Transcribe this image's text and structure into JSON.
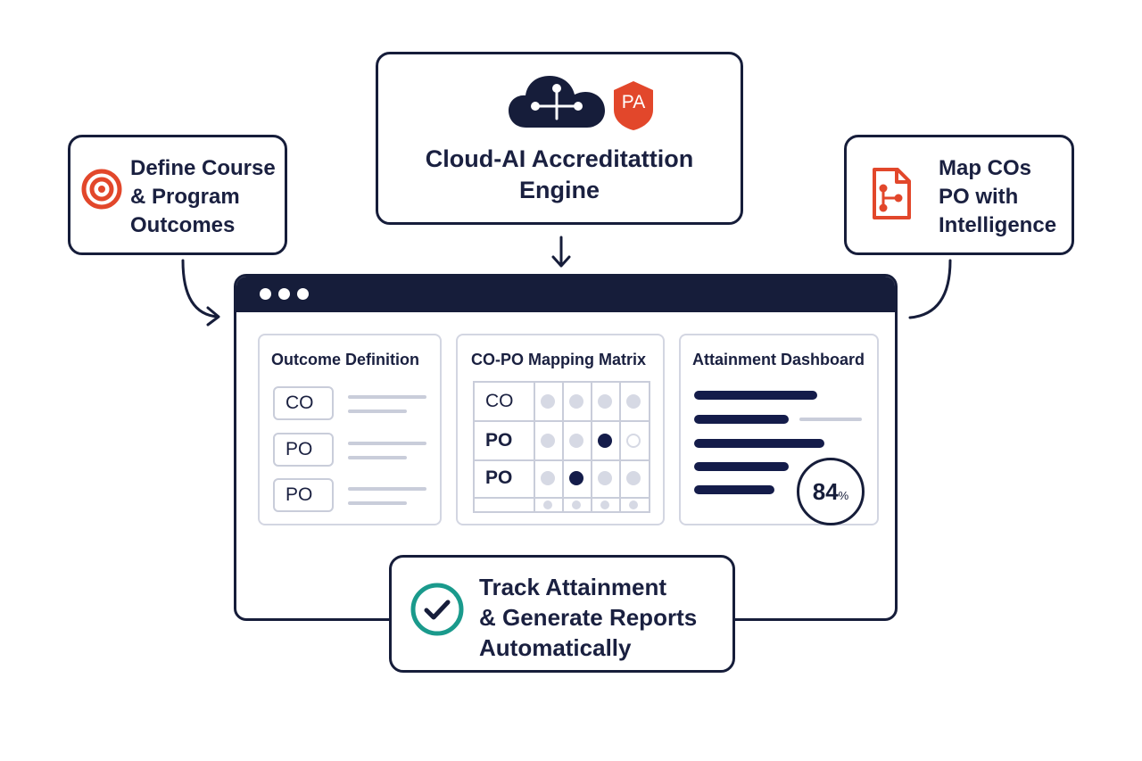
{
  "engine": {
    "title": "Cloud-AI Accreditattion Engine",
    "badge": "PA",
    "icons": [
      "cloud-network-icon",
      "shield-badge-icon"
    ]
  },
  "left_node": {
    "lines": [
      "Define Course",
      "& Program",
      "Outcomes"
    ],
    "icon": "target-icon"
  },
  "right_node": {
    "lines": [
      "Map COs",
      "PO with",
      "Intelligence"
    ],
    "icon": "document-network-icon"
  },
  "bottom_node": {
    "lines": [
      "Track Attainment",
      "& Generate Reports",
      "Automatically"
    ],
    "icon": "check-circle-icon"
  },
  "app_window": {
    "panels": {
      "outcome_definition": {
        "title": "Outcome Definition",
        "rows": [
          "CO",
          "PO",
          "PO"
        ]
      },
      "mapping_matrix": {
        "title": "CO-PO Mapping Matrix",
        "rows": [
          "CO",
          "PO",
          "PO"
        ]
      },
      "attainment_dashboard": {
        "title": "Attainment Dashboard",
        "value": "84",
        "unit": "%"
      }
    }
  },
  "colors": {
    "navy": "#161d3a",
    "accent": "#e2472b",
    "teal": "#1a9a8c"
  }
}
